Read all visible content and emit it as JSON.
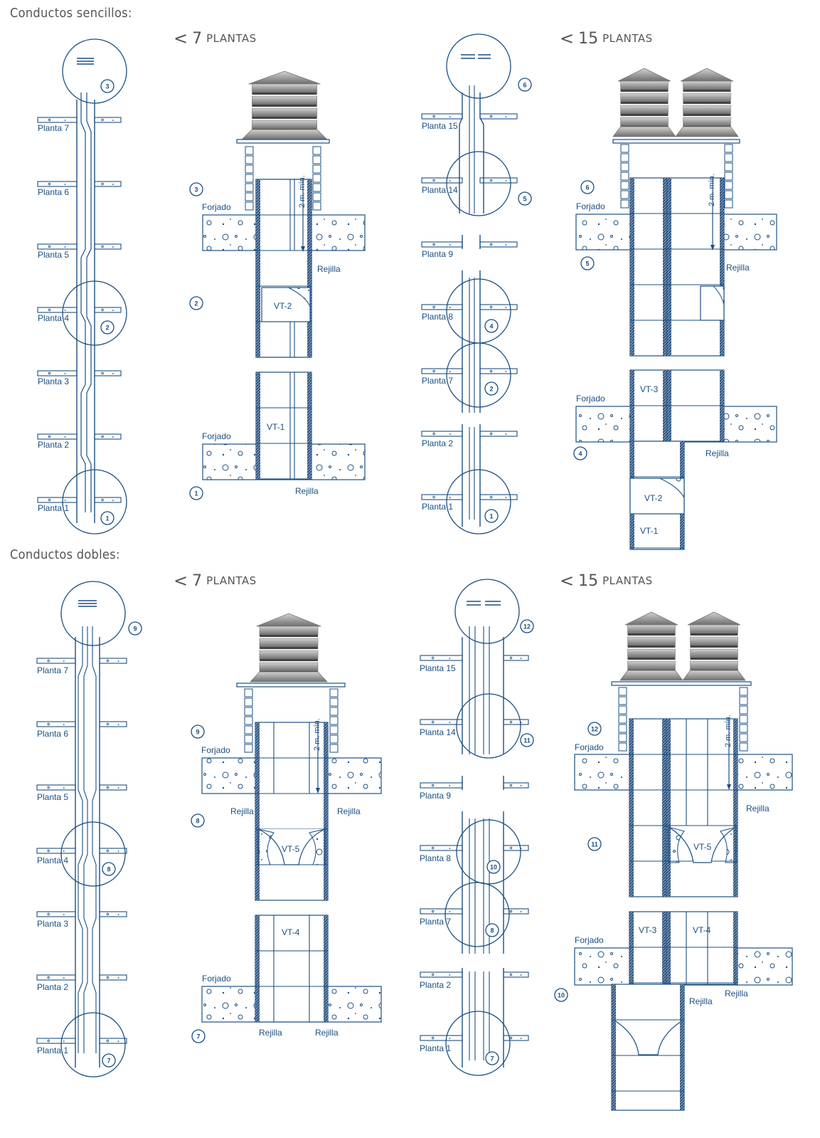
{
  "sections": {
    "single": {
      "title": "Conductos sencillos:"
    },
    "double": {
      "title": "Conductos dobles:"
    }
  },
  "headings": {
    "lt": "<",
    "seven": "7",
    "fifteen": "15",
    "plantas": "PLANTAS"
  },
  "floors": {
    "p1": "Planta 1",
    "p2": "Planta 2",
    "p3": "Planta 3",
    "p4": "Planta 4",
    "p5": "Planta 5",
    "p6": "Planta 6",
    "p7": "Planta 7",
    "p8": "Planta 8",
    "p9": "Planta 9",
    "p14": "Planta 14",
    "p15": "Planta 15"
  },
  "labels": {
    "forjado": "Forjado",
    "rejilla": "Rejilla",
    "min": "2 m. mín.",
    "vt1": "VT-1",
    "vt2": "VT-2",
    "vt3": "VT-3",
    "vt4": "VT-4",
    "vt5": "VT-5"
  },
  "markers": [
    "1",
    "2",
    "3",
    "4",
    "5",
    "6",
    "7",
    "8",
    "9",
    "10",
    "11",
    "12"
  ],
  "colors": {
    "line": "#1b4f82",
    "dark": "#16365e",
    "roof": "#8a8a8a",
    "text": "#555555"
  }
}
